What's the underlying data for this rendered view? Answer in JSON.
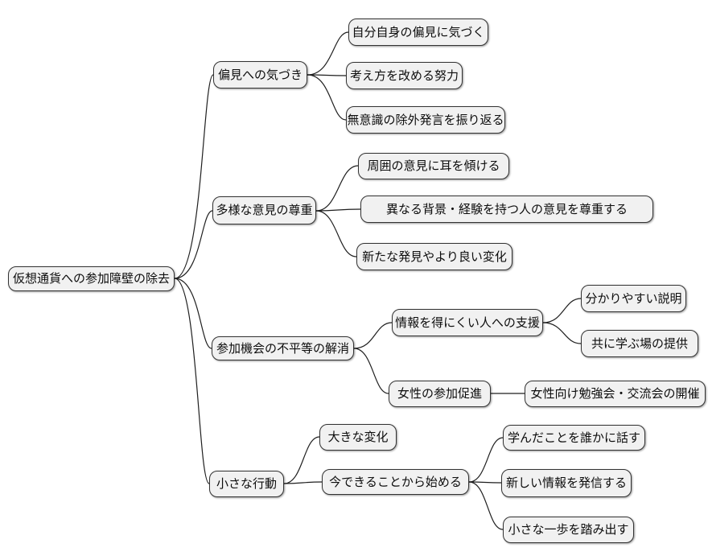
{
  "diagram": {
    "type": "mindmap",
    "title": "仮想通貨への参加障壁の除去",
    "colors": {
      "background": "#ffffff",
      "node_fill": "#f1f1f1",
      "node_border": "#333333",
      "edge": "#1f1f1f",
      "text": "#0d0d0d"
    },
    "root": {
      "label": "仮想通貨への参加障壁の除去",
      "children": [
        {
          "label": "偏見への気づき",
          "children": [
            {
              "label": "自分自身の偏見に気づく"
            },
            {
              "label": "考え方を改める努力"
            },
            {
              "label": "無意識の除外発言を振り返る"
            }
          ]
        },
        {
          "label": "多様な意見の尊重",
          "children": [
            {
              "label": "周囲の意見に耳を傾ける"
            },
            {
              "label": "異なる背景・経験を持つ人の意見を尊重する"
            },
            {
              "label": "新たな発見やより良い変化"
            }
          ]
        },
        {
          "label": "参加機会の不平等の解消",
          "children": [
            {
              "label": "情報を得にくい人への支援",
              "children": [
                {
                  "label": "分かりやすい説明"
                },
                {
                  "label": "共に学ぶ場の提供"
                }
              ]
            },
            {
              "label": "女性の参加促進",
              "children": [
                {
                  "label": "女性向け勉強会・交流会の開催"
                }
              ]
            }
          ]
        },
        {
          "label": "小さな行動",
          "children": [
            {
              "label": "大きな変化"
            },
            {
              "label": "今できることから始める",
              "children": [
                {
                  "label": "学んだことを誰かに話す"
                },
                {
                  "label": "新しい情報を発信する"
                },
                {
                  "label": "小さな一歩を踏み出す"
                }
              ]
            }
          ]
        }
      ]
    }
  }
}
